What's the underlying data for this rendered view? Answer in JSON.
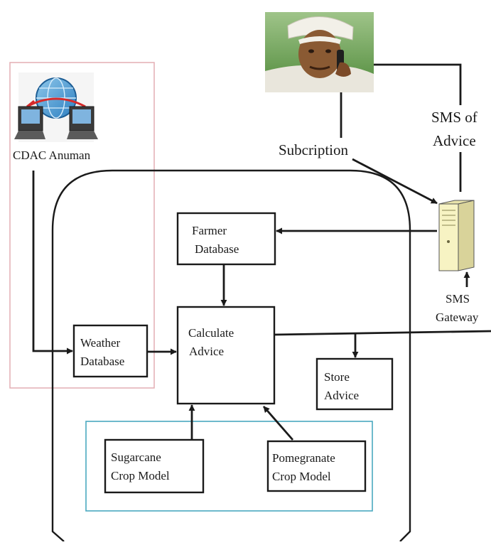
{
  "diagram": {
    "nodes": {
      "cdac": {
        "label": "CDAC Anuman"
      },
      "farmer_db": {
        "label_lines": [
          "Farmer",
          "Database"
        ]
      },
      "weather_db": {
        "label_lines": [
          "Weather",
          "Database"
        ]
      },
      "calculate": {
        "label_lines": [
          "Calculate",
          "Advice"
        ]
      },
      "store": {
        "label_lines": [
          "Store",
          "Advice"
        ]
      },
      "sugarcane": {
        "label_lines": [
          "Sugarcane",
          "Crop Model"
        ]
      },
      "pomegranate": {
        "label_lines": [
          "Pomegranate",
          "Crop Model"
        ]
      },
      "gateway": {
        "label_lines": [
          "SMS",
          "Gateway"
        ]
      }
    },
    "edge_labels": {
      "subscription": "Subcription",
      "sms_advice_lines": [
        "SMS of",
        "Advice"
      ]
    },
    "icons": {
      "farmer": "farmer-on-phone-photo",
      "cdac": "networked-computers-globe-icon",
      "gateway": "server-tower-icon"
    },
    "colors": {
      "line": "#1a1a1a",
      "cdac_border": "#e3aeb4",
      "crop_group_border": "#4aa8bf",
      "server_face": "#f7f3c3"
    }
  }
}
